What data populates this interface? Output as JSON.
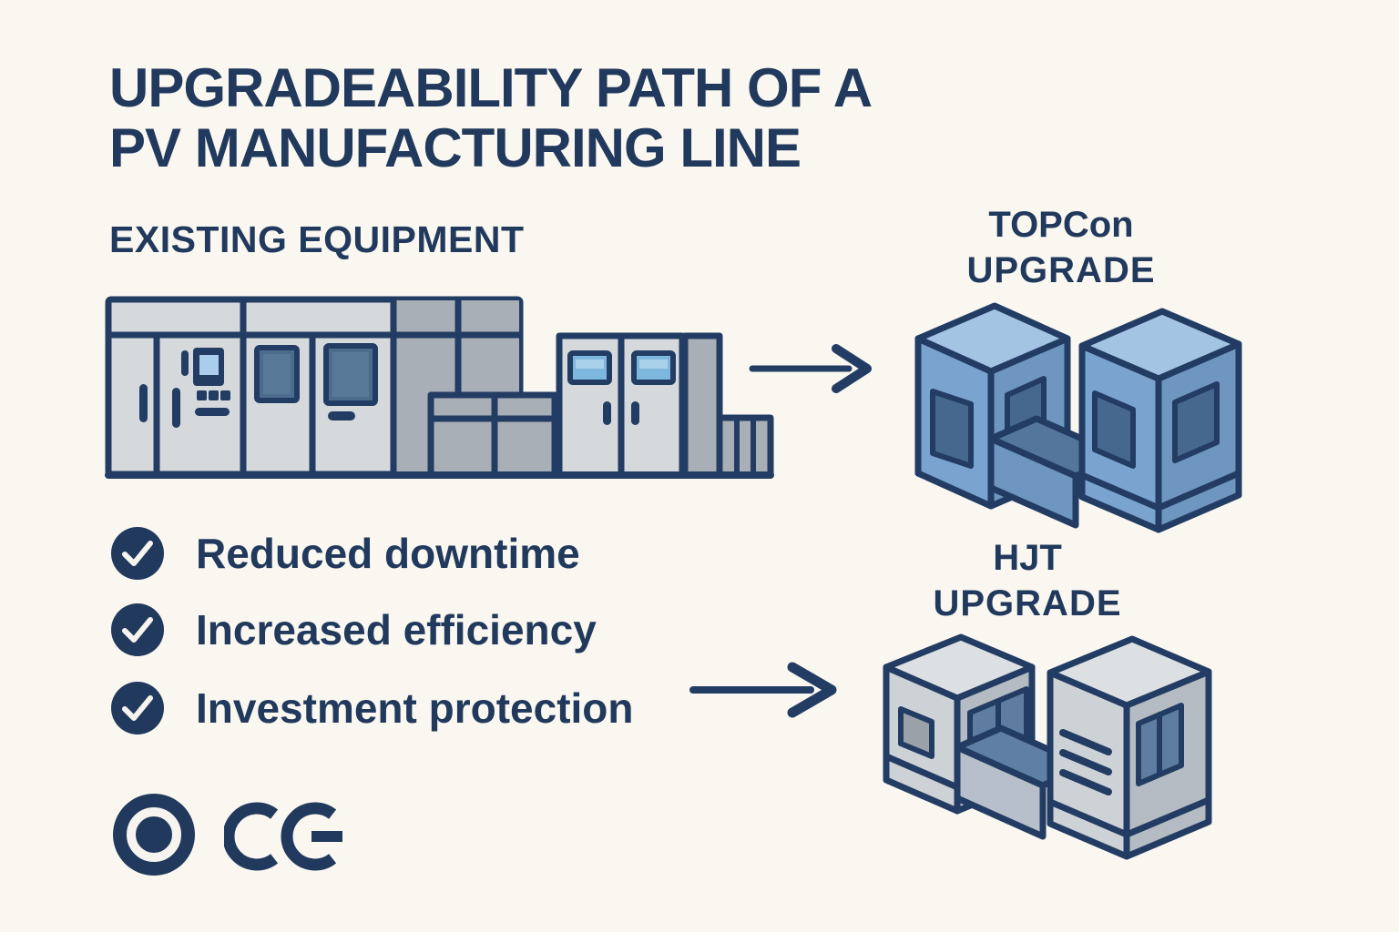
{
  "title": {
    "line1": "UPGRADEABILITY PATH OF A",
    "line2": "PV MANUFACTURING LINE"
  },
  "existing_equipment": {
    "label": "EXISTING EQUIPMENT"
  },
  "upgrades": {
    "topcon": {
      "name": "TOPCon",
      "action": "UPGRADE"
    },
    "hjt": {
      "name": "HJT",
      "action": "UPGRADE"
    }
  },
  "benefits": [
    {
      "label": "Reduced downtime"
    },
    {
      "label": "Increased efficiency"
    },
    {
      "label": "Investment protection"
    }
  ],
  "certifications": {
    "seal_icon": "circle-seal-icon",
    "ce_icon": "ce-mark-icon",
    "ce_mark": "CE"
  },
  "icons": [
    "check-circle-icon",
    "arrow-right-icon",
    "circle-seal-icon",
    "ce-mark-icon"
  ],
  "colors": {
    "background": "#faf7f1",
    "navy_text": "#21395c",
    "outline_navy": "#223c63",
    "machine_light_gray": "#d5d9dc",
    "machine_mid_gray": "#a9afb6",
    "window_dark_slate": "#4c6c8d",
    "window_light_blue": "#7db7de",
    "topcon_top": "#a3c4e2",
    "topcon_front": "#7aa4cf",
    "topcon_side": "#6e96bf",
    "topcon_window": "#46688f",
    "hjt_top": "#dce0e3",
    "hjt_front": "#cdd2d6",
    "hjt_side": "#b5bbc2",
    "hjt_window": "#5e7da1",
    "bridge_blue_top": "#5f7fa5",
    "bridge_blue_front": "#b7c0ca",
    "check_white": "#f7f4ef"
  }
}
